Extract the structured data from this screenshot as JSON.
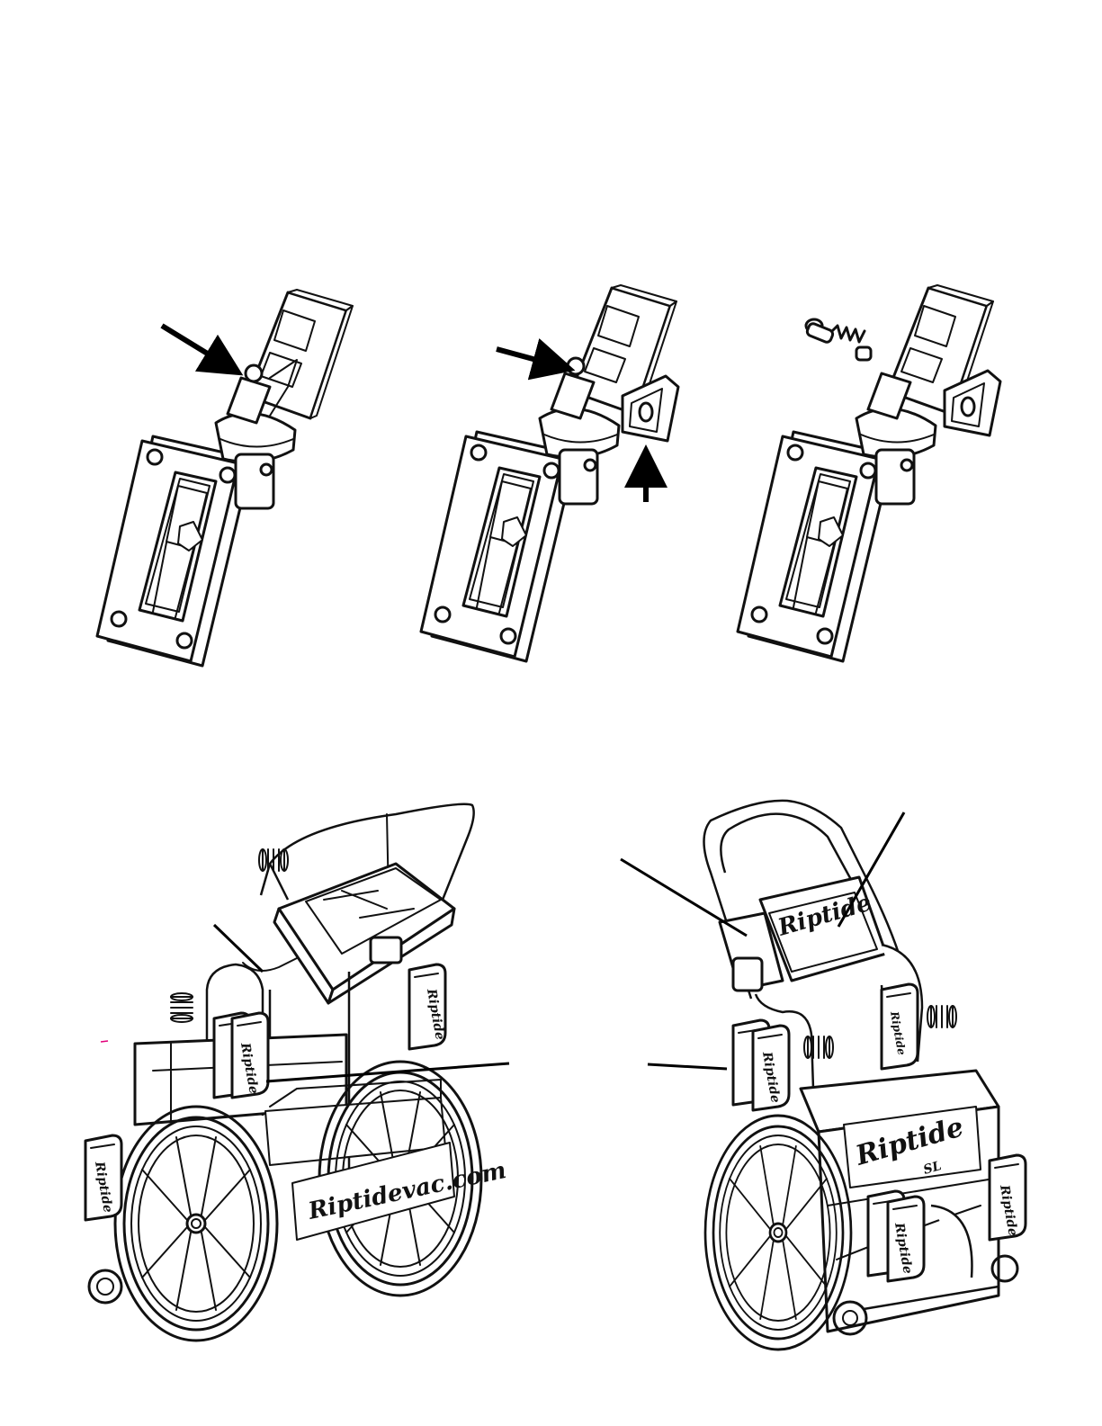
{
  "figures": {
    "valve_steps": [
      {
        "id": "step-1"
      },
      {
        "id": "step-2"
      },
      {
        "id": "step-3"
      }
    ],
    "carts": [
      {
        "id": "cart-front"
      },
      {
        "id": "cart-rear"
      }
    ]
  },
  "branding": {
    "logo": "Riptide",
    "logo_sl": "SL",
    "website": "Riptidevac.com"
  },
  "colors": {
    "line": "#111111",
    "background": "#ffffff"
  }
}
